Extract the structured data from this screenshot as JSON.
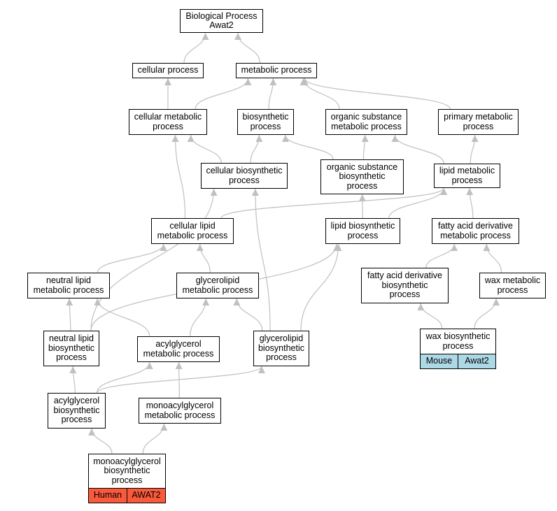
{
  "diagram": {
    "edge_color": "#c0c0c0",
    "nodes": [
      {
        "id": "bp",
        "label": "Biological Process\nAwat2"
      },
      {
        "id": "cell",
        "label": "cellular process"
      },
      {
        "id": "met",
        "label": "metabolic process"
      },
      {
        "id": "cmet",
        "label": "cellular metabolic\nprocess"
      },
      {
        "id": "bios",
        "label": "biosynthetic\nprocess"
      },
      {
        "id": "osm",
        "label": "organic substance\nmetabolic process"
      },
      {
        "id": "pm",
        "label": "primary metabolic\nprocess"
      },
      {
        "id": "cbios",
        "label": "cellular biosynthetic\nprocess"
      },
      {
        "id": "osb",
        "label": "organic substance\nbiosynthetic\nprocess"
      },
      {
        "id": "lm",
        "label": "lipid metabolic\nprocess"
      },
      {
        "id": "clm",
        "label": "cellular lipid\nmetabolic process"
      },
      {
        "id": "lb",
        "label": "lipid biosynthetic\nprocess"
      },
      {
        "id": "fadm",
        "label": "fatty acid derivative\nmetabolic process"
      },
      {
        "id": "nlm",
        "label": "neutral lipid\nmetabolic process"
      },
      {
        "id": "glm",
        "label": "glycerolipid\nmetabolic process"
      },
      {
        "id": "fadb",
        "label": "fatty acid derivative\nbiosynthetic\nprocess"
      },
      {
        "id": "wm",
        "label": "wax metabolic\nprocess"
      },
      {
        "id": "nlb",
        "label": "neutral lipid\nbiosynthetic\nprocess"
      },
      {
        "id": "agm",
        "label": "acylglycerol\nmetabolic process"
      },
      {
        "id": "glb",
        "label": "glycerolipid\nbiosynthetic\nprocess"
      },
      {
        "id": "agb",
        "label": "acylglycerol\nbiosynthetic\nprocess"
      },
      {
        "id": "magm",
        "label": "monoacylglycerol\nmetabolic process"
      }
    ],
    "gene_nodes": [
      {
        "id": "wb",
        "label": "wax biosynthetic\nprocess",
        "species": "Mouse",
        "gene": "Awat2",
        "color": "#add8e6"
      },
      {
        "id": "magb",
        "label": "monoacylglycerol\nbiosynthetic\nprocess",
        "species": "Human",
        "gene": "AWAT2",
        "color": "#fa5a3c"
      }
    ],
    "edges": [
      [
        "cell",
        "bp"
      ],
      [
        "met",
        "bp"
      ],
      [
        "cmet",
        "cell"
      ],
      [
        "cmet",
        "met"
      ],
      [
        "bios",
        "met"
      ],
      [
        "osm",
        "met"
      ],
      [
        "pm",
        "met"
      ],
      [
        "cbios",
        "cmet"
      ],
      [
        "cbios",
        "bios"
      ],
      [
        "osb",
        "bios"
      ],
      [
        "osb",
        "osm"
      ],
      [
        "lm",
        "osm"
      ],
      [
        "lm",
        "pm"
      ],
      [
        "clm",
        "cmet"
      ],
      [
        "clm",
        "lm"
      ],
      [
        "lb",
        "osb"
      ],
      [
        "lb",
        "lm"
      ],
      [
        "fadm",
        "lm"
      ],
      [
        "nlm",
        "clm"
      ],
      [
        "glm",
        "clm"
      ],
      [
        "fadb",
        "fadm"
      ],
      [
        "wm",
        "fadm"
      ],
      [
        "nlb",
        "cbios"
      ],
      [
        "nlb",
        "nlm"
      ],
      [
        "nlb",
        "lb"
      ],
      [
        "agm",
        "nlm"
      ],
      [
        "agm",
        "glm"
      ],
      [
        "glb",
        "cbios"
      ],
      [
        "glb",
        "glm"
      ],
      [
        "glb",
        "lb"
      ],
      [
        "agb",
        "nlb"
      ],
      [
        "agb",
        "agm"
      ],
      [
        "agb",
        "glb"
      ],
      [
        "magm",
        "agm"
      ],
      [
        "wb",
        "fadb"
      ],
      [
        "wb",
        "wm"
      ],
      [
        "magb",
        "agb"
      ],
      [
        "magb",
        "magm"
      ]
    ]
  }
}
